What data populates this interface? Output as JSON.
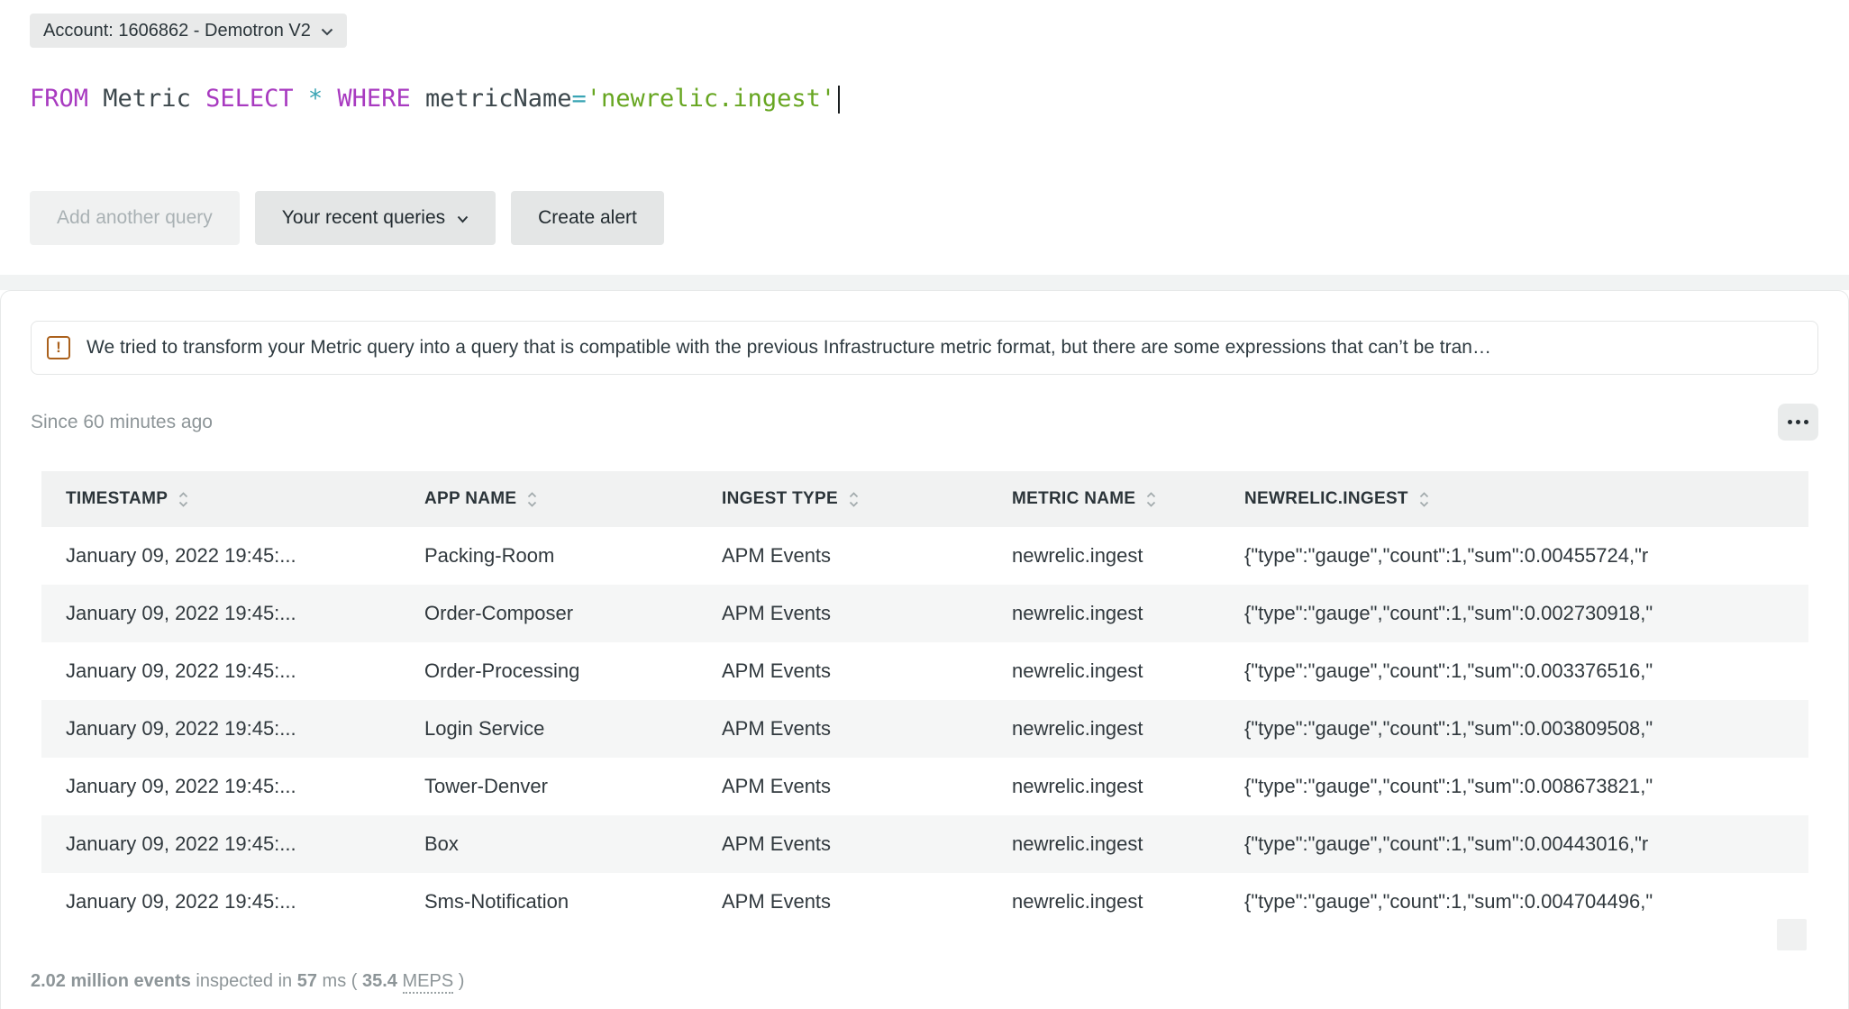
{
  "colors": {
    "keyword": "#a83ac0",
    "identifier": "#3c474c",
    "operator": "#3aa4b4",
    "string": "#67a621",
    "warning_accent": "#ab611c"
  },
  "account_picker": {
    "label": "Account: 1606862 - Demotron V2"
  },
  "query": {
    "tokens": [
      {
        "text": "FROM",
        "type": "keyword"
      },
      {
        "text": " Metric ",
        "type": "identifier"
      },
      {
        "text": "SELECT",
        "type": "keyword"
      },
      {
        "text": " ",
        "type": "plain"
      },
      {
        "text": "*",
        "type": "operator"
      },
      {
        "text": " ",
        "type": "plain"
      },
      {
        "text": "WHERE",
        "type": "keyword"
      },
      {
        "text": " metricName",
        "type": "identifier"
      },
      {
        "text": "=",
        "type": "operator"
      },
      {
        "text": "'newrelic.ingest'",
        "type": "string"
      }
    ]
  },
  "actions": {
    "add_query": "Add another query",
    "recent_queries": "Your recent queries",
    "create_alert": "Create alert"
  },
  "result_panel": {
    "warning_text": "We tried to transform your Metric query into a query that is compatible with the previous Infrastructure metric format, but there are some expressions that can’t be tran…",
    "time_range": "Since 60 minutes ago",
    "table": {
      "columns": [
        "TIMESTAMP",
        "APP NAME",
        "INGEST TYPE",
        "METRIC NAME",
        "NEWRELIC.INGEST"
      ],
      "rows": [
        [
          "January 09, 2022 19:45:...",
          "Packing-Room",
          "APM Events",
          "newrelic.ingest",
          "{\"type\":\"gauge\",\"count\":1,\"sum\":0.00455724,\"r"
        ],
        [
          "January 09, 2022 19:45:...",
          "Order-Composer",
          "APM Events",
          "newrelic.ingest",
          "{\"type\":\"gauge\",\"count\":1,\"sum\":0.002730918,\""
        ],
        [
          "January 09, 2022 19:45:...",
          "Order-Processing",
          "APM Events",
          "newrelic.ingest",
          "{\"type\":\"gauge\",\"count\":1,\"sum\":0.003376516,\""
        ],
        [
          "January 09, 2022 19:45:...",
          "Login Service",
          "APM Events",
          "newrelic.ingest",
          "{\"type\":\"gauge\",\"count\":1,\"sum\":0.003809508,\""
        ],
        [
          "January 09, 2022 19:45:...",
          "Tower-Denver",
          "APM Events",
          "newrelic.ingest",
          "{\"type\":\"gauge\",\"count\":1,\"sum\":0.008673821,\""
        ],
        [
          "January 09, 2022 19:45:...",
          "Box",
          "APM Events",
          "newrelic.ingest",
          "{\"type\":\"gauge\",\"count\":1,\"sum\":0.00443016,\"r"
        ],
        [
          "January 09, 2022 19:45:...",
          "Sms-Notification",
          "APM Events",
          "newrelic.ingest",
          "{\"type\":\"gauge\",\"count\":1,\"sum\":0.004704496,\""
        ]
      ]
    },
    "footer": {
      "events_bold": "2.02 million events",
      "inspected_text": "inspected in",
      "duration_bold": "57",
      "ms_open": "ms (",
      "meps_bold": "35.4",
      "meps_term": "MEPS",
      "close": ")"
    }
  }
}
